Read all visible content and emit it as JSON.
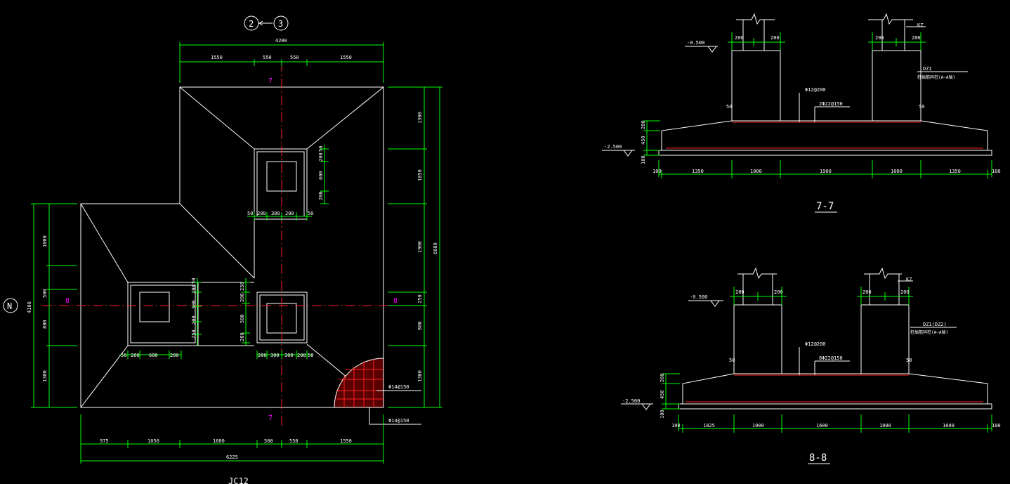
{
  "plan": {
    "axis_from": "2",
    "axis_to": "3",
    "axis_n": "N",
    "top_total": "4200",
    "top_dims": [
      "1550",
      "550",
      "550",
      "1550"
    ],
    "bottom_dims": [
      "975",
      "1050",
      "1600",
      "500",
      "550",
      "1550"
    ],
    "bottom_total": "6225",
    "right_dims": [
      "1300",
      "1050",
      "1900",
      "250",
      "800",
      "1300"
    ],
    "right_total": "6600",
    "left_dims": [
      "1000",
      "500",
      "800",
      "1300"
    ],
    "left_total": "4100",
    "upper_col_dims_h": [
      "50",
      "200",
      "300",
      "200",
      "50"
    ],
    "upper_col_dims_v": [
      "50",
      "200",
      "600",
      "200"
    ],
    "left_col_dims_h": [
      "50",
      "200",
      "600",
      "200"
    ],
    "left_col_dims_v": [
      "50",
      "200",
      "300",
      "200",
      "250"
    ],
    "right_col_dims_h": [
      "200",
      "300",
      "300",
      "200",
      "50"
    ],
    "right_col_dims_v": [
      "250",
      "200",
      "500",
      "200"
    ],
    "rebar_1": "Φ14@150",
    "rebar_2": "Φ14@150",
    "section_7_top": "7",
    "section_7_bottom": "7",
    "section_8_left": "8",
    "section_8_right": "8",
    "title": "JC12"
  },
  "section_7": {
    "elev_top": "-0.500",
    "elev_bottom": "-2.500",
    "col_dims_left": [
      "200",
      "200"
    ],
    "col_dims_right": [
      "200",
      "200"
    ],
    "col_tag": "KZ",
    "pier_tag": "DZ1",
    "pier_note": "柱插筋同柱(A~A轴)",
    "stirrup": "Φ12@200",
    "main_bar": "2Φ22@150",
    "chamfer_l": "50",
    "chamfer_r": "50",
    "height_dims": [
      "200",
      "450",
      "100"
    ],
    "width_dims": [
      "100",
      "1350",
      "1000",
      "1900",
      "1000",
      "1350",
      "100"
    ],
    "title": "7-7"
  },
  "section_8": {
    "elev_top": "-0.500",
    "elev_bottom": "-2.500",
    "col_dims_left": [
      "200",
      "200"
    ],
    "col_dims_right": [
      "200",
      "200"
    ],
    "col_tag": "KZ",
    "pier_tag": "DZ1(DZ2)",
    "pier_note": "柱插筋同柱(A~A轴)",
    "stirrup": "Φ12@200",
    "main_bar": "8Φ22@150",
    "chamfer_l": "50",
    "chamfer_r": "50",
    "height_dims": [
      "200",
      "450",
      "100"
    ],
    "width_dims": [
      "100",
      "1825",
      "1000",
      "1600",
      "1000",
      "1600",
      "100"
    ],
    "title": "8-8"
  },
  "colors": {
    "background": "#000000",
    "outline": "#ffffff",
    "dimension": "#00ff00",
    "axis": "#ff2020",
    "label": "#ff00ff"
  }
}
